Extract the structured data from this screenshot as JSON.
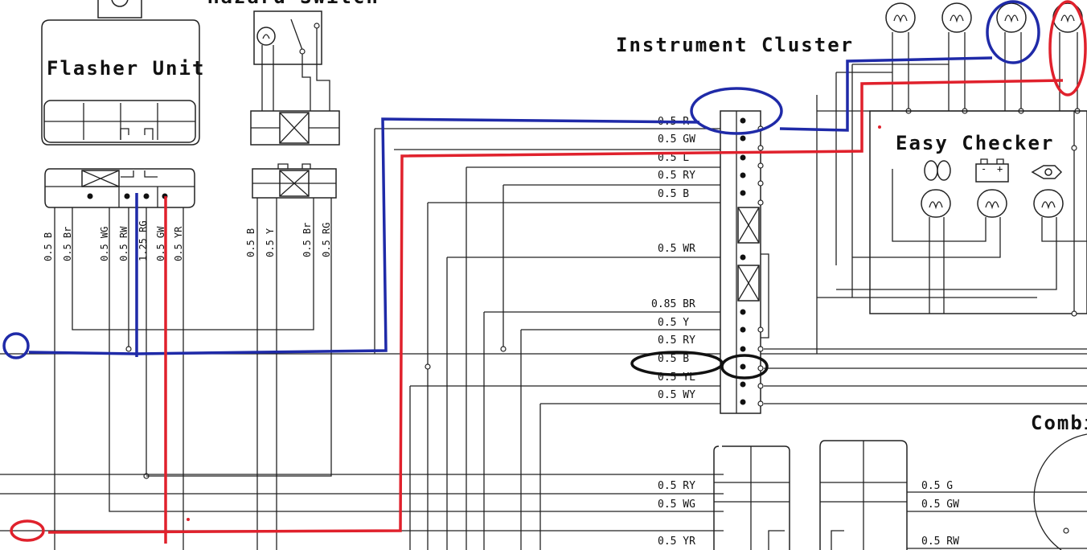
{
  "titles": {
    "flasher_unit": "Flasher Unit",
    "hazard_switch": "Hazard Switch",
    "instrument_cluster": "Instrument Cluster",
    "easy_checker": "Easy Checker",
    "combination": "Combi"
  },
  "flasher_connector_labels": [
    "0.5 B",
    "0.5 Br",
    "0.5 WG",
    "0.5 RW",
    "1.25 RG",
    "0.5 GW",
    "0.5 YR"
  ],
  "hazard_connector_labels": [
    "0.5 B",
    "0.5 Y",
    "0.5 Br",
    "0.5 RG"
  ],
  "cluster_wire_labels": [
    "0.5 R",
    "0.5 GW",
    "0.5 L",
    "0.5 RY",
    "0.5 B",
    "0.5 WR",
    "0.85 BR",
    "0.5 Y",
    "0.5 RY",
    "0.5 B",
    "0.5 YL",
    "0.5 WY"
  ],
  "bottom_left_labels": [
    "0.5 RY",
    "0.5 WG",
    "0.5 YR"
  ],
  "bottom_right_labels": [
    "0.5 G",
    "0.5 GW",
    "0.5 RW"
  ],
  "colors": {
    "wire": "#222222",
    "annotation_blue": "#1f2aa8",
    "annotation_red": "#e0212c",
    "annotation_black": "#111111"
  },
  "icons": [
    "bulb-icon",
    "battery-icon",
    "oil-can-icon"
  ]
}
